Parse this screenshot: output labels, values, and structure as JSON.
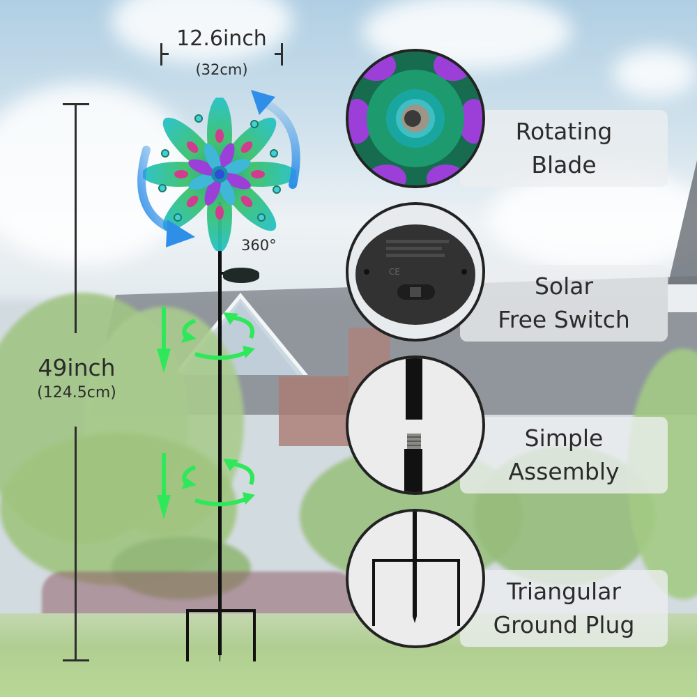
{
  "dimensions": {
    "width": {
      "main": "12.6inch",
      "sub": "(32cm)"
    },
    "height": {
      "main": "49inch",
      "sub": "(124.5cm)"
    },
    "rotation": "360°"
  },
  "features": [
    {
      "id": "rotating-blade",
      "line1": "Rotating",
      "line2": "Blade"
    },
    {
      "id": "solar-free-switch",
      "line1": "Solar",
      "line2": "Free Switch"
    },
    {
      "id": "simple-assembly",
      "line1": "Simple",
      "line2": "Assembly"
    },
    {
      "id": "triangular-ground-plug",
      "line1": "Triangular",
      "line2": "Ground Plug"
    }
  ],
  "colors": {
    "rotation_arrow": "#2f8fe8",
    "spin_arrow": "#2ee85a",
    "blade_teal": "#1fb5a8",
    "blade_purple": "#9b3fd8",
    "text": "#2b2b2b"
  }
}
